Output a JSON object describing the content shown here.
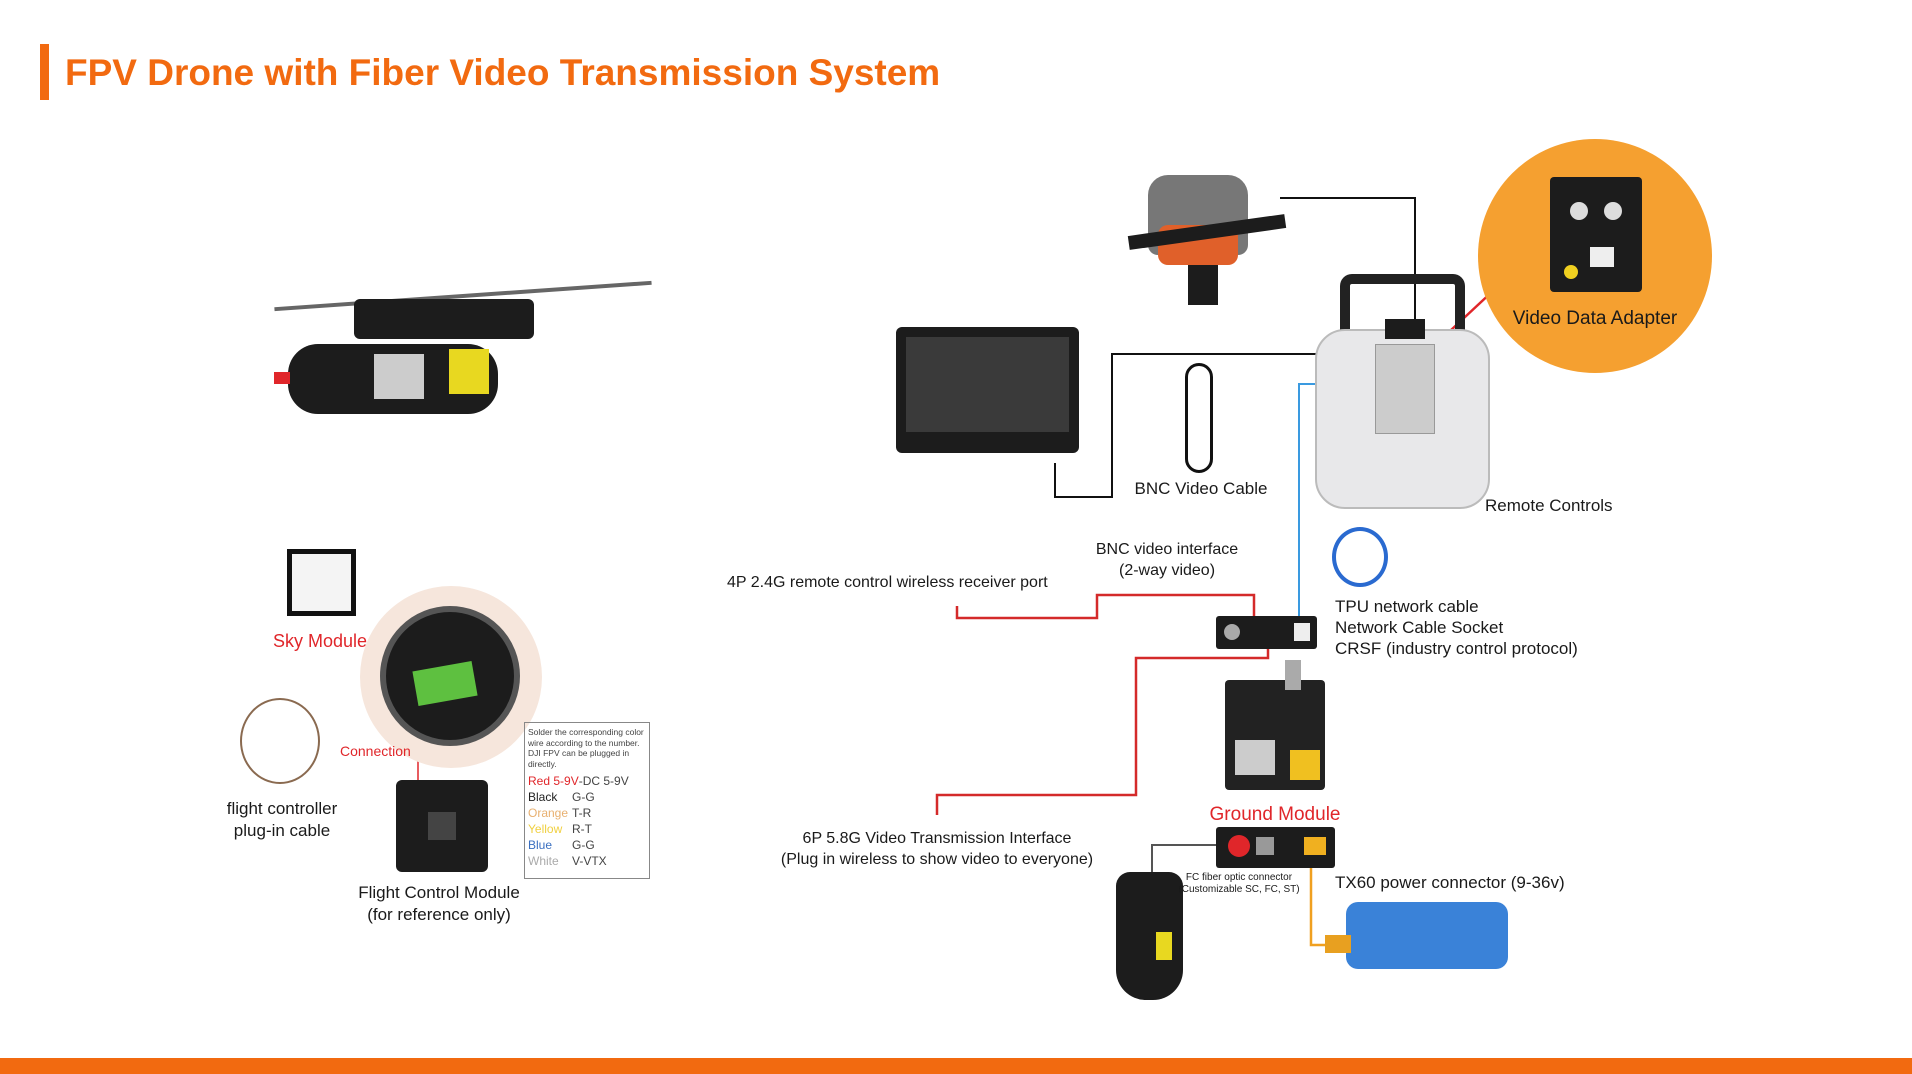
{
  "title": "FPV Drone with Fiber Video Transmission System",
  "labels": {
    "sky_module": "Sky Module",
    "connection": "Connection",
    "fc_cable": [
      "flight controller",
      "plug-in cable"
    ],
    "fc_module": [
      "Flight Control Module",
      "(for reference only)"
    ],
    "bnc_cable": "BNC Video Cable",
    "remote_controls": "Remote Controls",
    "video_adapter": "Video Data Adapter",
    "bnc_interface": [
      "BNC video interface",
      "(2-way video)"
    ],
    "rc_port": "4P 2.4G remote control wireless receiver port",
    "tpu": "TPU network cable",
    "socket": "Network Cable Socket",
    "crsf": "CRSF (industry control protocol)",
    "ground_module": "Ground Module",
    "vtx_interface": [
      "6P 5.8G Video Transmission Interface",
      "(Plug in wireless to show video to everyone)"
    ],
    "fiber_connector": [
      "FC fiber optic connector",
      "(Customizable SC, FC, ST)"
    ],
    "power": "TX60 power connector (9-36v)"
  },
  "wiring_table": {
    "note": "Solder the corresponding color wire according to the number. DJI FPV can be plugged in directly.",
    "rows": [
      {
        "wire": "Red 5-9V",
        "pin": "-DC 5-9V",
        "color": "#e0262a"
      },
      {
        "wire": "Black",
        "pin": "G-G",
        "color": "#222222"
      },
      {
        "wire": "Orange",
        "pin": "T-R",
        "color": "#e8b070"
      },
      {
        "wire": "Yellow",
        "pin": "R-T",
        "color": "#f0d040"
      },
      {
        "wire": "Blue",
        "pin": "G-G",
        "color": "#3a6fc0"
      },
      {
        "wire": "White",
        "pin": "V-VTX",
        "color": "#aaaaaa"
      }
    ]
  },
  "colors": {
    "accent": "#f26a10",
    "red_line": "#d42a2a",
    "blue_line": "#3a9ae0",
    "orange_line": "#f0a020"
  }
}
